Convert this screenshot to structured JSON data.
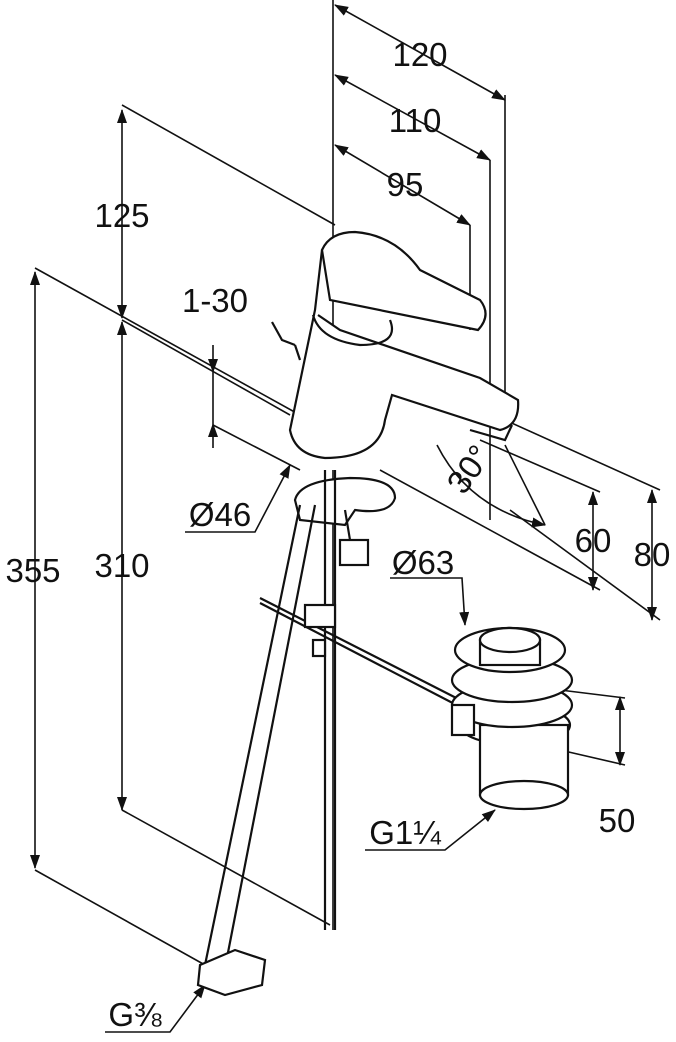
{
  "title": "Faucet technical dimension drawing",
  "dimensions": {
    "d120": "120",
    "d110": "110",
    "d95": "95",
    "d125": "125",
    "d1_30": "1-30",
    "dia46": "Ø46",
    "angle30": "30°",
    "d60": "60",
    "d80": "80",
    "dia63": "Ø63",
    "d355": "355",
    "d310": "310",
    "d50": "50",
    "g114": "G1¼",
    "g38": "G⅜"
  }
}
